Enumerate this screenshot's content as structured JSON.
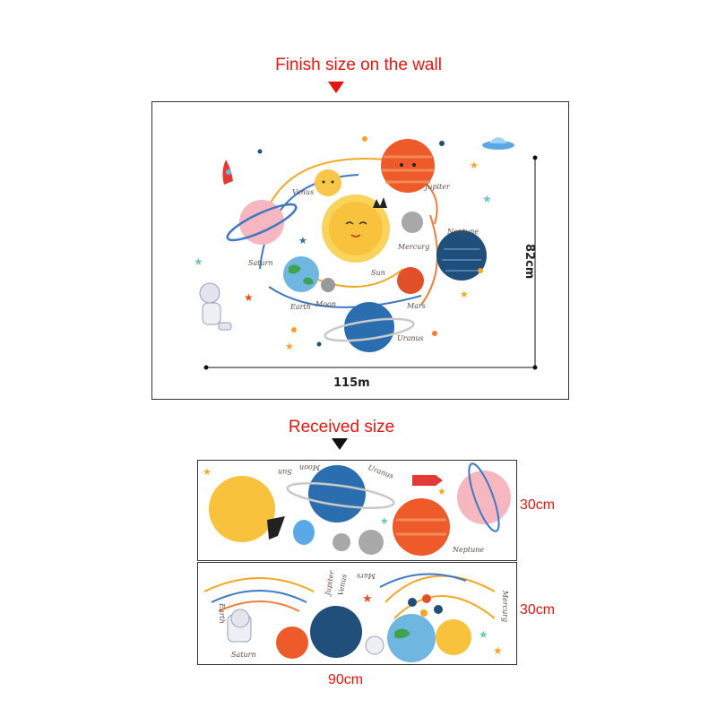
{
  "top": {
    "title": "Finish size on the wall",
    "width_label": "115m",
    "height_label": "82cm"
  },
  "bottom": {
    "title": "Received size",
    "sheet1_height": "30cm",
    "sheet2_height": "30cm",
    "width_label": "90cm"
  },
  "planet_labels": {
    "venus": "Venus",
    "jupiter": "Jupiter",
    "saturn": "Saturn",
    "mercury": "Mercurg",
    "sun": "Sun",
    "neptune": "Neptune",
    "earth": "Earth",
    "moon": "Moon",
    "mars": "Mars",
    "uranus": "Uranus"
  },
  "colors": {
    "title_red": "#e8150f",
    "sun": "#f9c23c",
    "jupiter": "#ef5a2a",
    "neptune": "#1f4f7a",
    "uranus": "#2b6eb0",
    "saturn": "#f6b7c0",
    "earth": "#6fb7e0",
    "mars": "#e2502a",
    "mercury": "#9e9e9e"
  }
}
